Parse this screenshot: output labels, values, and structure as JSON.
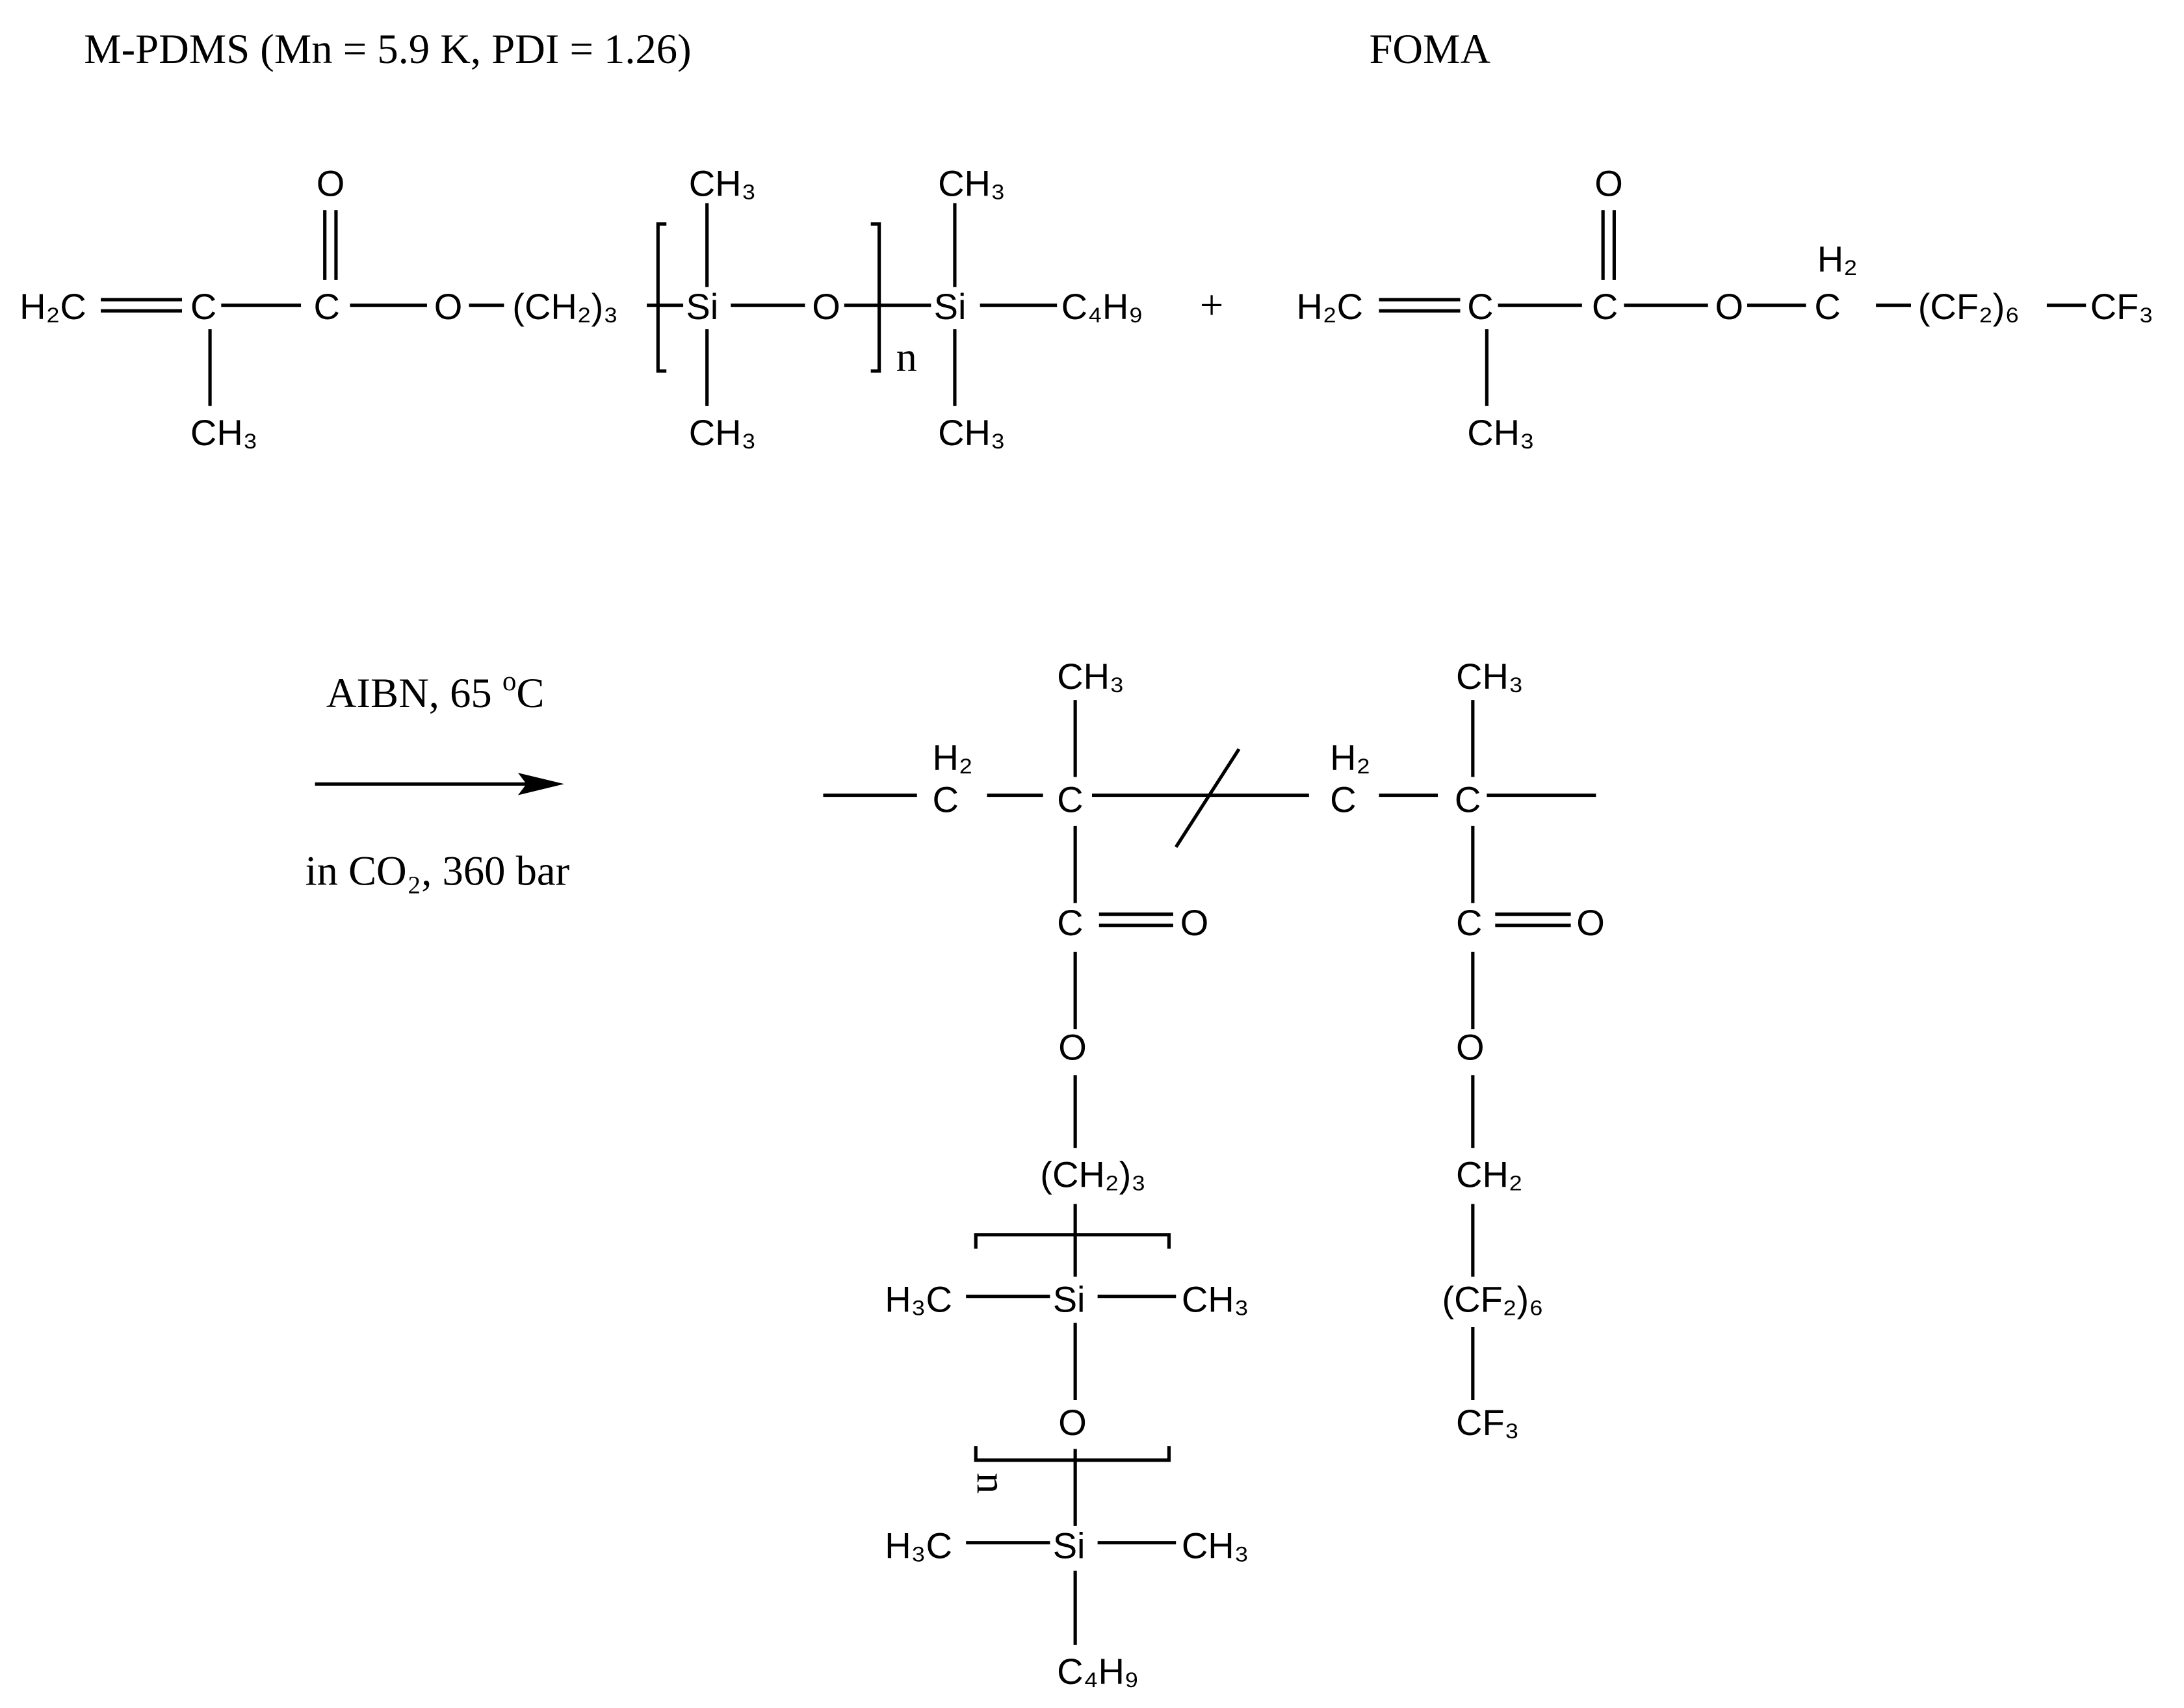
{
  "titles": {
    "mpdms": "M-PDMS (Mn = 5.9 K, PDI = 1.26)",
    "foma": "FOMA"
  },
  "mpdms": {
    "atoms": [
      "H₂C",
      "C",
      "C",
      "O",
      "O",
      "(CH₂)₃",
      "Si",
      "O",
      "Si",
      "C₄H₉",
      "CH₃",
      "CH₃",
      "CH₃",
      "CH₃",
      "CH₃",
      "n"
    ]
  },
  "plus": "+",
  "foma": {
    "atoms": [
      "H₂C",
      "C",
      "C",
      "O",
      "O",
      "C",
      "H₂",
      "(CF₂)₆",
      "CF₃",
      "CH₃"
    ]
  },
  "conditions": {
    "reagent": "AIBN, 65 ",
    "degree": "o",
    "unit": "C",
    "solvent": "in CO₂, 360 bar"
  },
  "product": {
    "left": [
      "C",
      "H₂",
      "C",
      "CH₃",
      "C",
      "O",
      "O",
      "(CH₂)₃",
      "H₃C",
      "Si",
      "CH₃",
      "O",
      "n",
      "H₃C",
      "Si",
      "CH₃",
      "C₄H₉"
    ],
    "right": [
      "C",
      "H₂",
      "C",
      "CH₃",
      "C",
      "O",
      "O",
      "CH₂",
      "(CF₂)₆",
      "CF₃"
    ]
  }
}
